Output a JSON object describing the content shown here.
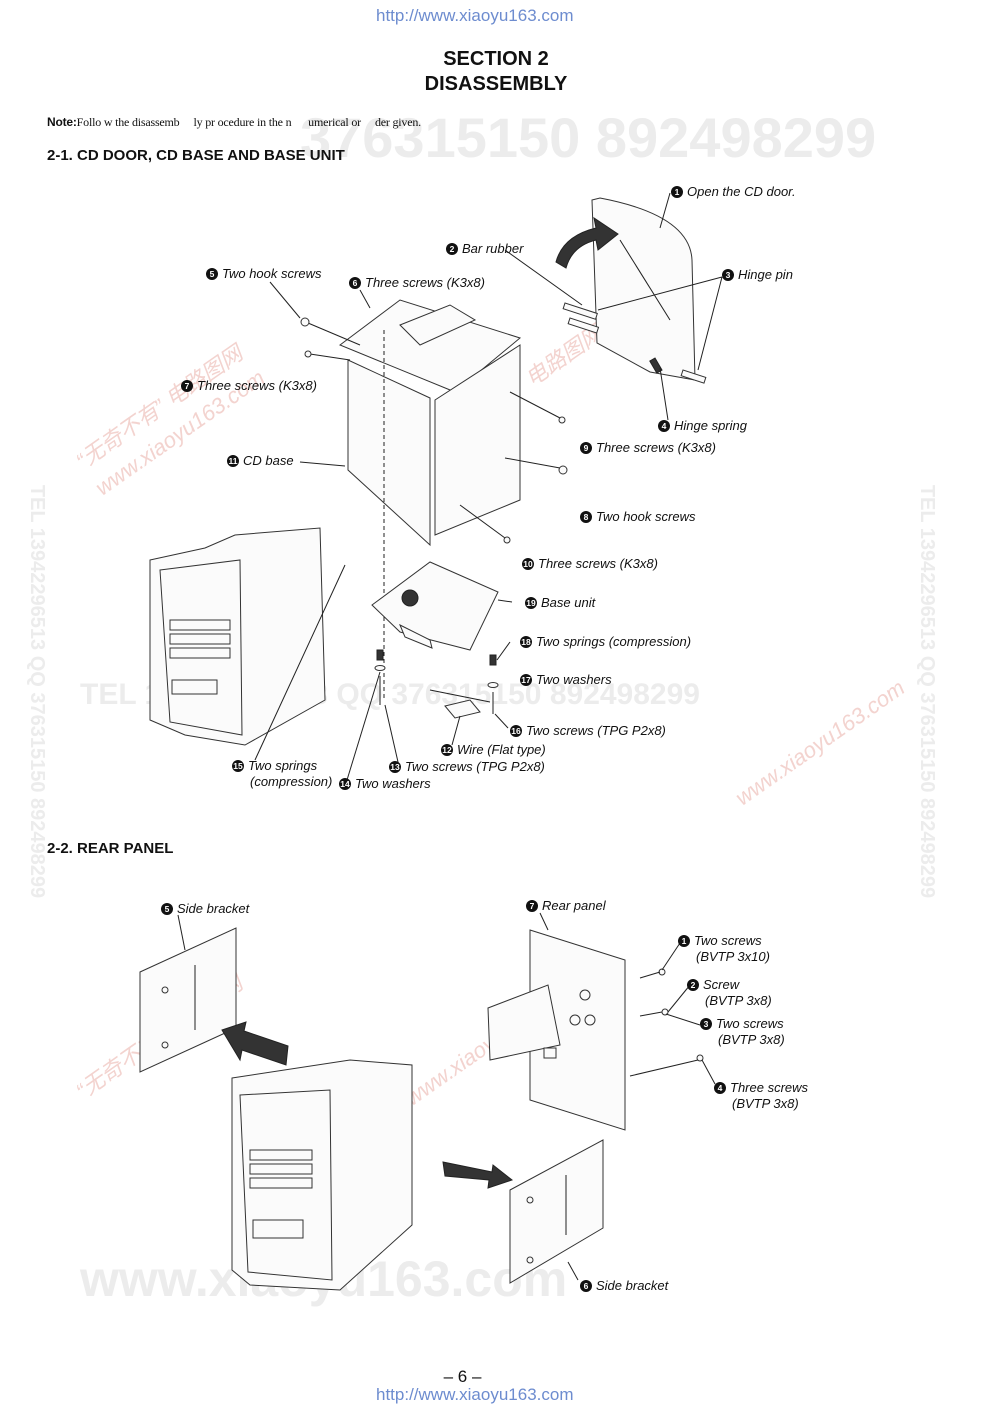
{
  "header_url": "http://www.xiaoyu163.com",
  "footer_url": "http://www.xiaoyu163.com",
  "section_title": "SECTION 2",
  "section_subtitle": "DISASSEMBLY",
  "note_label": "Note:",
  "note_text": "Follo w the disassemb     ly pr ocedure in the n      umerical or     der given.",
  "section_1": {
    "heading": "2-1. CD DOOR, CD BASE AND BASE UNIT",
    "callouts": [
      {
        "n": "1",
        "text": "Open the CD door."
      },
      {
        "n": "2",
        "text": "Bar rubber"
      },
      {
        "n": "3",
        "text": "Hinge pin"
      },
      {
        "n": "4",
        "text": "Hinge spring"
      },
      {
        "n": "5",
        "text": "Two hook screws"
      },
      {
        "n": "6",
        "text": "Three screws (K3x8)"
      },
      {
        "n": "7",
        "text": "Three screws (K3x8)"
      },
      {
        "n": "8",
        "text": "Two hook screws"
      },
      {
        "n": "9",
        "text": "Three screws (K3x8)"
      },
      {
        "n": "10",
        "text": "Three screws (K3x8)"
      },
      {
        "n": "11",
        "text": "CD base"
      },
      {
        "n": "12",
        "text": "Wire (Flat type)"
      },
      {
        "n": "13",
        "text": "Two screws (TPG P2x8)"
      },
      {
        "n": "14",
        "text": "Two washers"
      },
      {
        "n": "15",
        "text": "Two springs",
        "text2": "(compression)"
      },
      {
        "n": "16",
        "text": "Two screws (TPG P2x8)"
      },
      {
        "n": "17",
        "text": "Two washers"
      },
      {
        "n": "18",
        "text": "Two springs (compression)"
      },
      {
        "n": "19",
        "text": "Base unit"
      }
    ]
  },
  "section_2": {
    "heading": "2-2. REAR PANEL",
    "callouts": [
      {
        "n": "1",
        "text": "Two screws",
        "text2": "(BVTP 3x10)"
      },
      {
        "n": "2",
        "text": "Screw",
        "text2": "(BVTP 3x8)"
      },
      {
        "n": "3",
        "text": "Two screws",
        "text2": "(BVTP 3x8)"
      },
      {
        "n": "4",
        "text": "Three screws",
        "text2": "(BVTP 3x8)"
      },
      {
        "n": "5",
        "text": "Side bracket"
      },
      {
        "n": "6",
        "text": "Side bracket"
      },
      {
        "n": "7",
        "text": "Rear panel"
      }
    ]
  },
  "page_number": "– 6 –",
  "watermarks": {
    "digits_top": "376315150   892498299",
    "tel_row": "TEL 13942296513   QQ 376315150   892498299",
    "side_text": "TEL 13942296513  QQ 376315150  892498299",
    "brand_cn": "“无奇不有” 电路图网",
    "brand_url": "www.xiaoyu163.com",
    "bottom": "www.xiaoyu163.com"
  },
  "colors": {
    "link": "#6d8ccf",
    "watermark": "#ececec",
    "watermark_red": "#f3d3cf"
  }
}
